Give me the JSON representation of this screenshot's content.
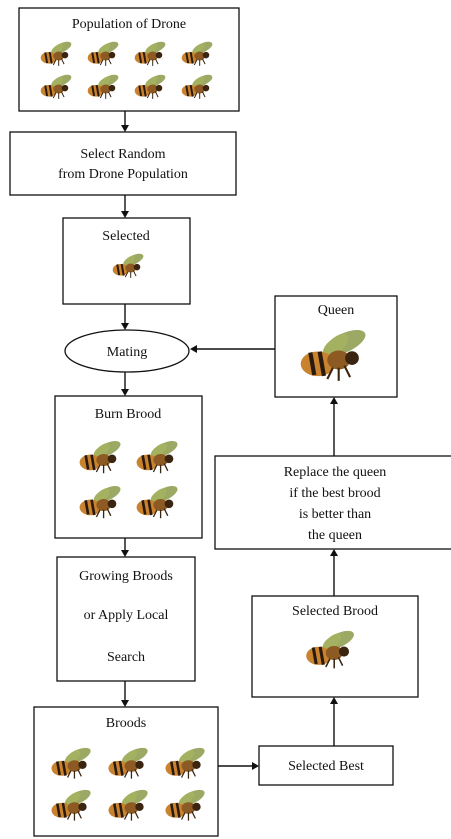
{
  "nodes": {
    "drone_population": {
      "label": "Population of Drone"
    },
    "select_random": {
      "line1": "Select Random",
      "line2": "from Drone Population"
    },
    "selected": {
      "label": "Selected"
    },
    "mating": {
      "label": "Mating"
    },
    "burn_brood": {
      "label": "Burn Brood"
    },
    "growing": {
      "line1": "Growing Broods",
      "line2": "or Apply Local",
      "line3": "Search"
    },
    "broods": {
      "label": "Broods"
    },
    "selected_best": {
      "label": "Selected Best"
    },
    "selected_brood": {
      "label": "Selected Brood"
    },
    "replace_queen": {
      "line1": "Replace the queen",
      "line2": "if the best brood",
      "line3": "is better than",
      "line4": "the queen"
    },
    "queen": {
      "label": "Queen"
    }
  },
  "icons": {
    "bee": "bee-icon"
  },
  "colors": {
    "bee_body": "#c9822e",
    "bee_stripe": "#2a1a0d",
    "bee_wing": "#8a9a4a",
    "line": "#111111"
  }
}
